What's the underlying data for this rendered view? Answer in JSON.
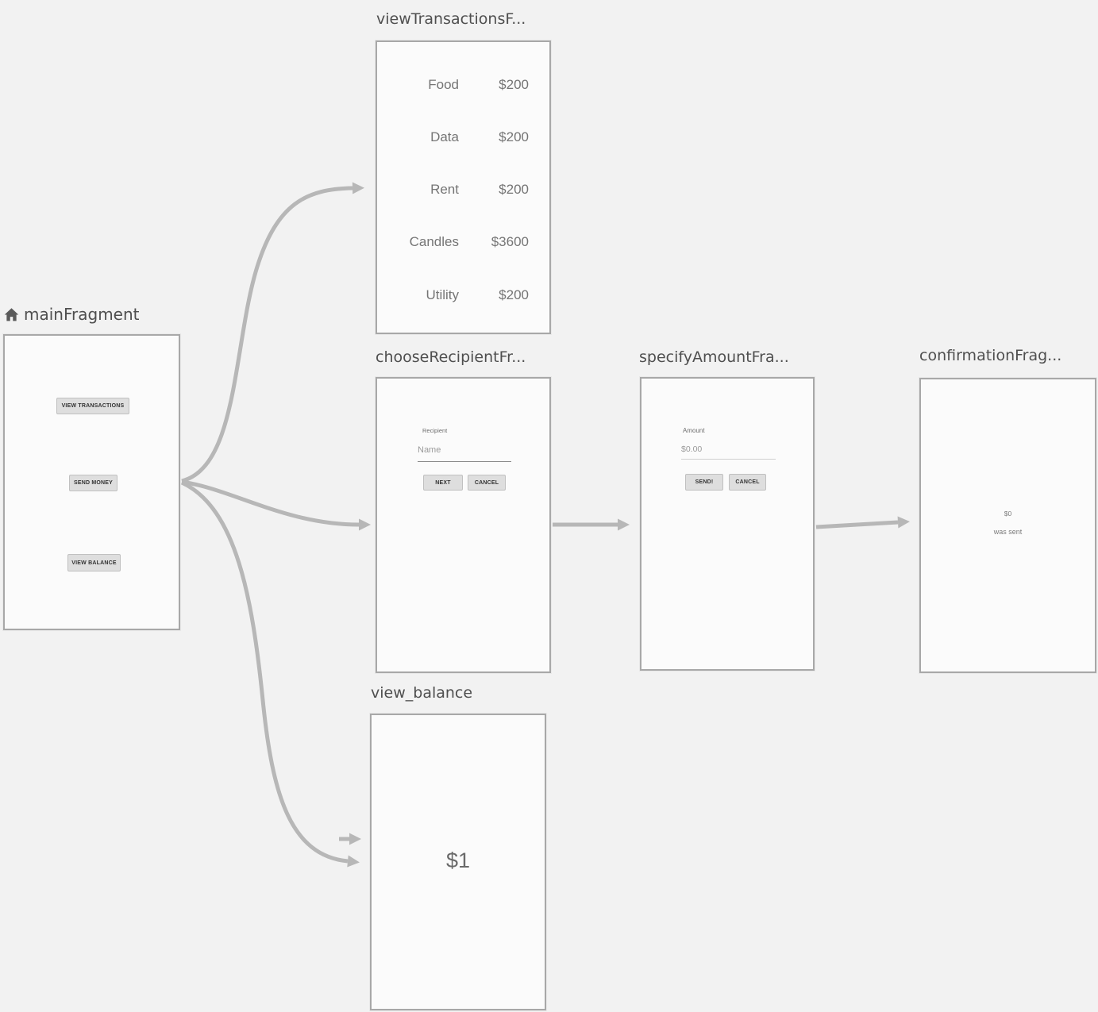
{
  "editor": {
    "type": "navigation-graph"
  },
  "colors": {
    "canvas_bg": "#f2f2f2",
    "screen_bg": "#fbfbfb",
    "screen_border": "#a8a8a8",
    "arrow": "#b7b7b7",
    "title_text": "#4f4f4f",
    "screen_text": "#757575",
    "button_bg": "#dedede"
  },
  "icons": {
    "main_start_destination": "home-icon",
    "action_arrowhead": "arrow-right-icon"
  },
  "fragments": {
    "main": {
      "title": "mainFragment",
      "buttons": [
        "VIEW TRANSACTIONS",
        "SEND MONEY",
        "VIEW BALANCE"
      ]
    },
    "view_transactions": {
      "title": "viewTransactionsF...",
      "rows": [
        {
          "label": "Food",
          "value": "$200"
        },
        {
          "label": "Data",
          "value": "$200"
        },
        {
          "label": "Rent",
          "value": "$200"
        },
        {
          "label": "Candles",
          "value": "$3600"
        },
        {
          "label": "Utility",
          "value": "$200"
        }
      ]
    },
    "choose_recipient": {
      "title": "chooseRecipientFr...",
      "field_label": "Recipient",
      "field_placeholder": "Name",
      "next_button": "NEXT",
      "cancel_button": "CANCEL"
    },
    "specify_amount": {
      "title": "specifyAmountFra...",
      "field_label": "Amount",
      "field_placeholder": "$0.00",
      "send_button": "SEND!",
      "cancel_button": "CANCEL"
    },
    "confirmation": {
      "title": "confirmationFrag...",
      "amount": "$0",
      "message": "was sent"
    },
    "view_balance": {
      "title": "view_balance",
      "balance": "$1"
    }
  }
}
